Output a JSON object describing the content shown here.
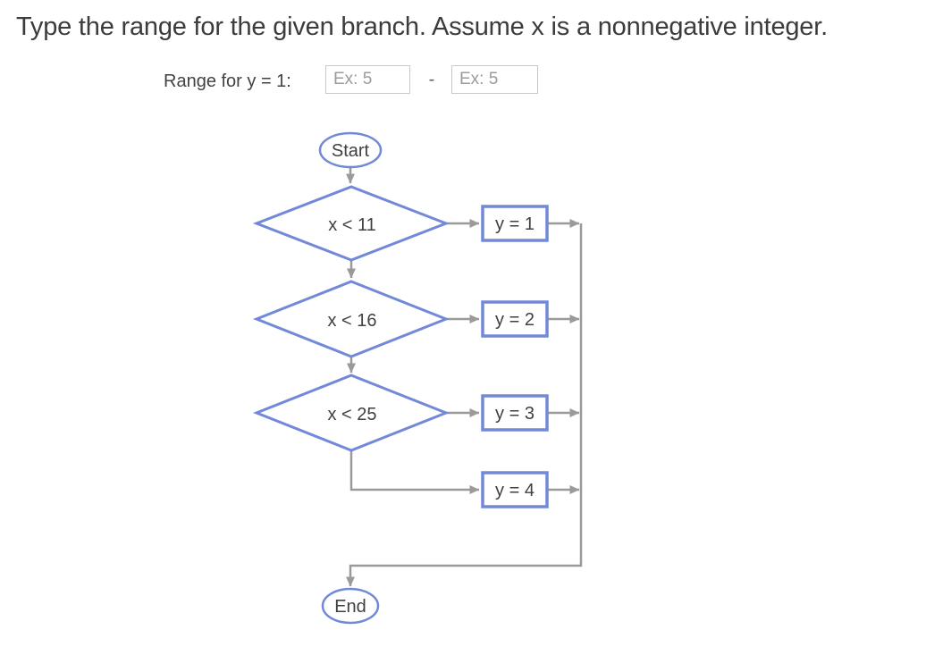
{
  "page": {
    "title": "Type the range for the given branch. Assume x is a nonnegative integer."
  },
  "question": {
    "label": "Range for y = 1:",
    "separator": "-",
    "inputs": [
      {
        "name": "range-min",
        "value": "",
        "placeholder": "Ex: 5"
      },
      {
        "name": "range-max",
        "value": "",
        "placeholder": "Ex: 5"
      }
    ]
  },
  "flowchart": {
    "start_label": "Start",
    "end_label": "End",
    "decisions": [
      {
        "label": "x < 11"
      },
      {
        "label": "x < 16"
      },
      {
        "label": "x < 25"
      }
    ],
    "processes": [
      {
        "label": "y = 1"
      },
      {
        "label": "y = 2"
      },
      {
        "label": "y = 3"
      },
      {
        "label": "y = 4"
      }
    ],
    "colors": {
      "shape_border": "#7289d8",
      "connector": "#9a9a9a",
      "shape_text": "#404040"
    }
  }
}
